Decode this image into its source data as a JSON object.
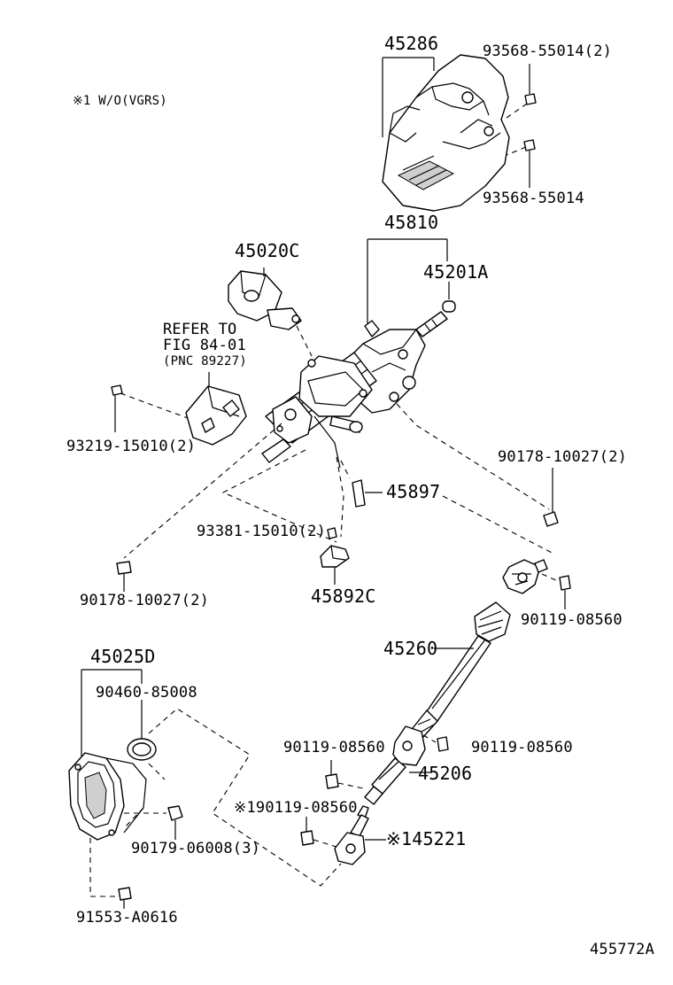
{
  "note": "※1 W/O(VGRS)",
  "labels": {
    "p45286": "45286",
    "p93568_55014_2": "93568-55014(2)",
    "p93568_55014": "93568-55014",
    "p45810": "45810",
    "p45020C": "45020C",
    "p45201A": "45201A",
    "refer1": "REFER TO",
    "refer2": "FIG 84-01",
    "refer3": "(PNC 89227)",
    "p93219_15010_2": "93219-15010(2)",
    "p90178_10027_2a": "90178-10027(2)",
    "p45897": "45897",
    "p93381_15010_2": "93381-15010(2)",
    "p90178_10027_2b": "90178-10027(2)",
    "p45892C": "45892C",
    "p90119_08560a": "90119-08560",
    "p45260": "45260",
    "p45025D": "45025D",
    "p90460_85008": "90460-85008",
    "p90119_08560b": "90119-08560",
    "p90119_08560c": "90119-08560",
    "p45206": "45206",
    "p90119_08560d": "※190119-08560",
    "p45221": "※145221",
    "p90179_06008_3": "90179-06008(3)",
    "p91553_A0616": "91553-A0616",
    "figure_id": "455772A"
  }
}
